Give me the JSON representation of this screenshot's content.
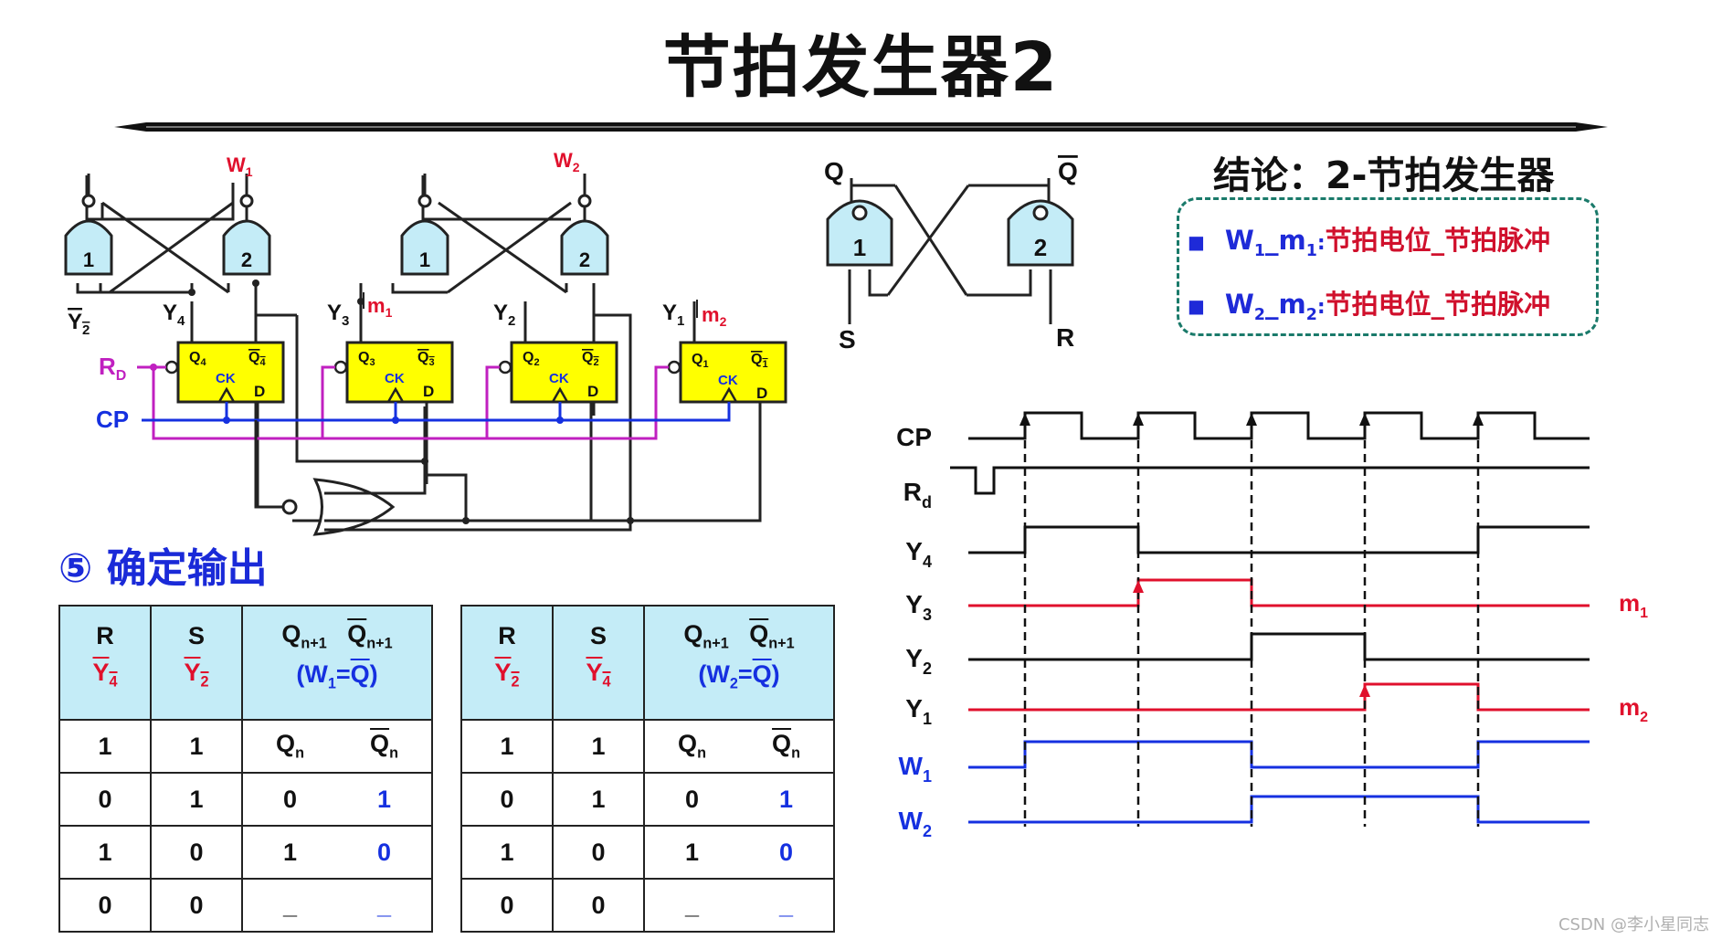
{
  "title": "节拍发生器2",
  "conclusion": {
    "heading": "结论：2-节拍发生器",
    "lines": [
      {
        "w": "W",
        "wsub": "1",
        "m": "m",
        "msub": "1",
        "sep": ":",
        "text": "节拍电位_节拍脉冲"
      },
      {
        "w": "W",
        "wsub": "2",
        "m": "m",
        "msub": "2",
        "sep": ":",
        "text": "节拍电位_节拍脉冲"
      }
    ]
  },
  "step_label": "⑤ 确定输出",
  "circuit": {
    "gates": [
      "1",
      "2",
      "1",
      "2"
    ],
    "outputs": [
      {
        "name": "W",
        "sub": "1"
      },
      {
        "name": "W",
        "sub": "2"
      }
    ],
    "ff_labels": [
      {
        "q": "Q",
        "sub": "4"
      },
      {
        "q": "Q",
        "sub": "3"
      },
      {
        "q": "Q",
        "sub": "2"
      },
      {
        "q": "Q",
        "sub": "1"
      }
    ],
    "ck": "CK",
    "d": "D",
    "y_labels": [
      {
        "name": "Y",
        "sub": "4"
      },
      {
        "name": "Y",
        "sub": "3"
      },
      {
        "name": "Y",
        "sub": "2"
      },
      {
        "name": "Y",
        "sub": "1"
      }
    ],
    "m_labels": [
      {
        "name": "m",
        "sub": "1"
      },
      {
        "name": "m",
        "sub": "2"
      }
    ],
    "y2bar": {
      "name": "Y",
      "sub": "2"
    },
    "rd": {
      "name": "R",
      "sub": "D"
    },
    "cp": "CP"
  },
  "rs_latch": {
    "gates": [
      "1",
      "2"
    ],
    "q": "Q",
    "qbar": "Q",
    "s": "S",
    "r": "R"
  },
  "tables": [
    {
      "h_r": "R",
      "h_s": "S",
      "h_r_sig": {
        "name": "Y",
        "sub": "4"
      },
      "h_s_sig": {
        "name": "Y",
        "sub": "2"
      },
      "h_q": "Q",
      "h_qbar": "Q",
      "h_qsub": "n+1",
      "h_eq": {
        "w": "W",
        "wsub": "1",
        "eq": "=",
        "q": "Q"
      },
      "rows": [
        {
          "r": "1",
          "s": "1",
          "q": "Q",
          "qsub": "n",
          "qb": "Q",
          "qbsub": "n"
        },
        {
          "r": "0",
          "s": "1",
          "q": "0",
          "qsub": "",
          "qb": "1",
          "qbsub": ""
        },
        {
          "r": "1",
          "s": "0",
          "q": "1",
          "qsub": "",
          "qb": "0",
          "qbsub": ""
        },
        {
          "r": "0",
          "s": "0",
          "q": "_",
          "qsub": "",
          "qb": "_",
          "qbsub": ""
        }
      ]
    },
    {
      "h_r": "R",
      "h_s": "S",
      "h_r_sig": {
        "name": "Y",
        "sub": "2"
      },
      "h_s_sig": {
        "name": "Y",
        "sub": "4"
      },
      "h_q": "Q",
      "h_qbar": "Q",
      "h_qsub": "n+1",
      "h_eq": {
        "w": "W",
        "wsub": "2",
        "eq": "=",
        "q": "Q"
      },
      "rows": [
        {
          "r": "1",
          "s": "1",
          "q": "Q",
          "qsub": "n",
          "qb": "Q",
          "qbsub": "n"
        },
        {
          "r": "0",
          "s": "1",
          "q": "0",
          "qsub": "",
          "qb": "1",
          "qbsub": ""
        },
        {
          "r": "1",
          "s": "0",
          "q": "1",
          "qsub": "",
          "qb": "0",
          "qbsub": ""
        },
        {
          "r": "0",
          "s": "0",
          "q": "_",
          "qsub": "",
          "qb": "_",
          "qbsub": ""
        }
      ]
    }
  ],
  "timing": {
    "signals": [
      {
        "name": "CP",
        "sub": "",
        "color": "#111111"
      },
      {
        "name": "R",
        "sub": "d",
        "color": "#111111"
      },
      {
        "name": "Y",
        "sub": "4",
        "color": "#111111"
      },
      {
        "name": "Y",
        "sub": "3",
        "color": "#e0102c"
      },
      {
        "name": "Y",
        "sub": "2",
        "color": "#111111"
      },
      {
        "name": "Y",
        "sub": "1",
        "color": "#e0102c"
      },
      {
        "name": "W",
        "sub": "1",
        "color": "#1530e0"
      },
      {
        "name": "W",
        "sub": "2",
        "color": "#1530e0"
      }
    ],
    "right_labels": [
      {
        "name": "m",
        "sub": "1"
      },
      {
        "name": "m",
        "sub": "2"
      }
    ]
  },
  "watermark": "CSDN @李小星同志",
  "colors": {
    "red": "#e0102c",
    "blue": "#1530e0",
    "magenta": "#c020c0",
    "ff_fill": "#ffff00",
    "gate_fill": "#c4ecf7",
    "table_header": "#c4ecf7"
  }
}
